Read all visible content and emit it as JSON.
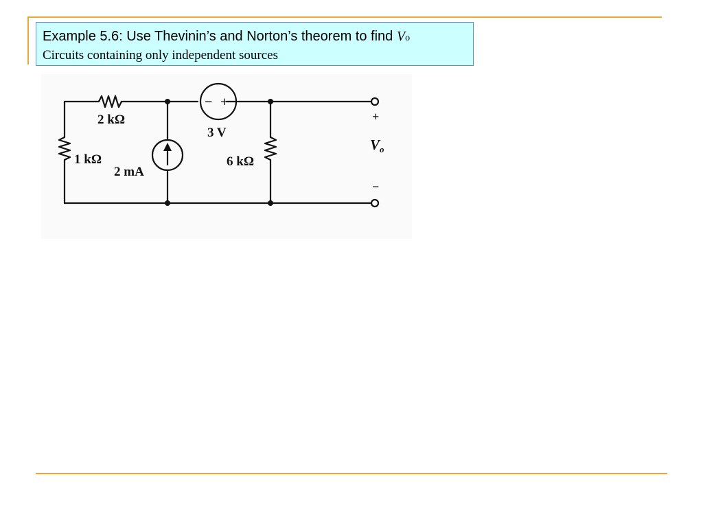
{
  "slide": {
    "title_prefix": "Example 5.6: Use Thevinin’s and Norton’s theorem to find ",
    "title_var": "V",
    "title_var_sub": "o",
    "subtitle": "Circuits containing only independent sources"
  },
  "circuit": {
    "r_top_label": "2 kΩ",
    "r_left_label": "1 kΩ",
    "current_source_label": "2 mA",
    "voltage_source_label": "3 V",
    "voltage_source_minus": "−",
    "voltage_source_plus": "+",
    "r_right_label": "6 kΩ",
    "output_plus": "+",
    "output_minus": "−",
    "output_var": "V",
    "output_var_sub": "o"
  },
  "colors": {
    "accent_rule": "#e8a838",
    "title_box_fill": "#ccffff",
    "title_box_border": "#6a8fb5",
    "circuit_bg": "#fafafa",
    "wire": "#111111"
  }
}
